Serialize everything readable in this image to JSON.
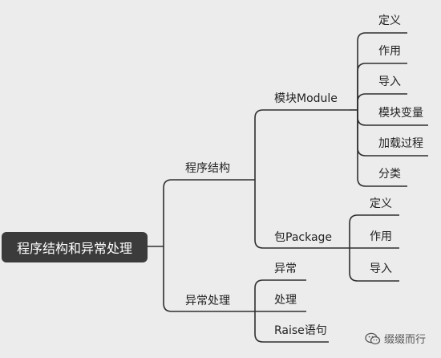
{
  "root": {
    "label": "程序结构和异常处理"
  },
  "branch_structure": {
    "label": "程序结构",
    "module": {
      "label": "模块Module",
      "children": [
        "定义",
        "作用",
        "导入",
        "模块变量",
        "加载过程",
        "分类"
      ]
    },
    "package": {
      "label": "包Package",
      "children": [
        "定义",
        "作用",
        "导入"
      ]
    }
  },
  "branch_exception": {
    "label": "异常处理",
    "children": [
      "异常",
      "处理",
      "Raise语句"
    ]
  },
  "watermark": {
    "icon": "wechat-icon",
    "text": "缀缀而行"
  },
  "colors": {
    "line": "#2f2f2f",
    "root_bg": "#3b3b3b",
    "root_text": "#ffffff",
    "background": "#ececec"
  }
}
